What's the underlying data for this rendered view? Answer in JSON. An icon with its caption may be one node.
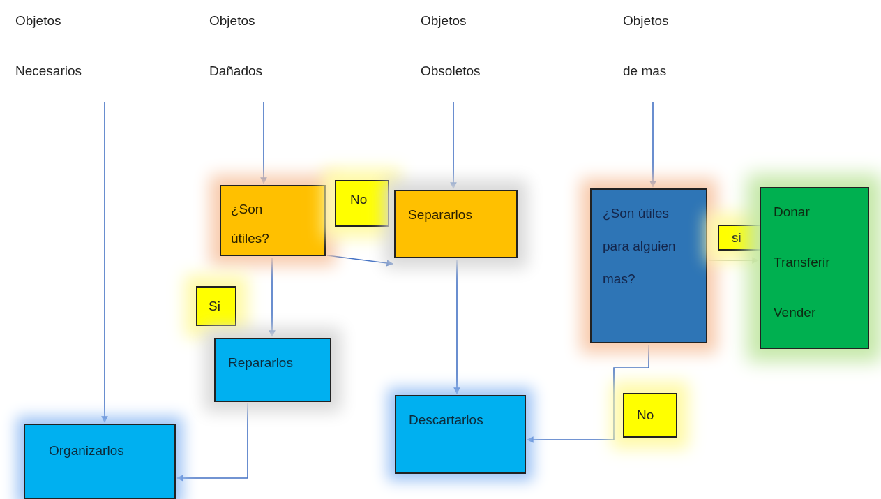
{
  "diagram": {
    "nodes": [
      {
        "text": [
          "Objetos Necesarios"
        ]
      },
      {
        "text": [
          "Objetos Dañados"
        ]
      },
      {
        "text": [
          "Objetos Obsoletos"
        ]
      },
      {
        "text": [
          "Objetos de mas"
        ]
      },
      {
        "text": [
          "¿Son útiles?"
        ]
      },
      {
        "text": [
          "No"
        ]
      },
      {
        "text": [
          "Separarlos"
        ]
      },
      {
        "text": [
          "¿Son útiles para alguien mas?"
        ]
      },
      {
        "text": [
          "si"
        ]
      },
      {
        "text": [
          "Donar",
          "Transferir",
          "Vender"
        ]
      },
      {
        "text": [
          "Si"
        ]
      },
      {
        "text": [
          "Repararlos"
        ]
      },
      {
        "text": [
          "Organizarlos"
        ]
      },
      {
        "text": [
          "Descartarlos"
        ]
      },
      {
        "text": [
          "No"
        ]
      }
    ],
    "edges": [
      {
        "from": 0,
        "to": 12,
        "arrow": "to"
      },
      {
        "from": 1,
        "to": 4,
        "arrow": "to"
      },
      {
        "from": 2,
        "to": 6,
        "arrow": "to"
      },
      {
        "from": 3,
        "to": 7,
        "arrow": "to"
      },
      {
        "from": 4,
        "to": 6,
        "arrow": "to"
      },
      {
        "from": 4,
        "to": 11,
        "arrow": "to"
      },
      {
        "from": 6,
        "to": 13,
        "arrow": "to"
      },
      {
        "from": 7,
        "to": 9,
        "arrow": "to",
        "color": "#9aa88a"
      },
      {
        "from": 7,
        "to": 13,
        "arrow": "to"
      },
      {
        "from": 11,
        "to": 12,
        "arrow": "to"
      }
    ]
  }
}
